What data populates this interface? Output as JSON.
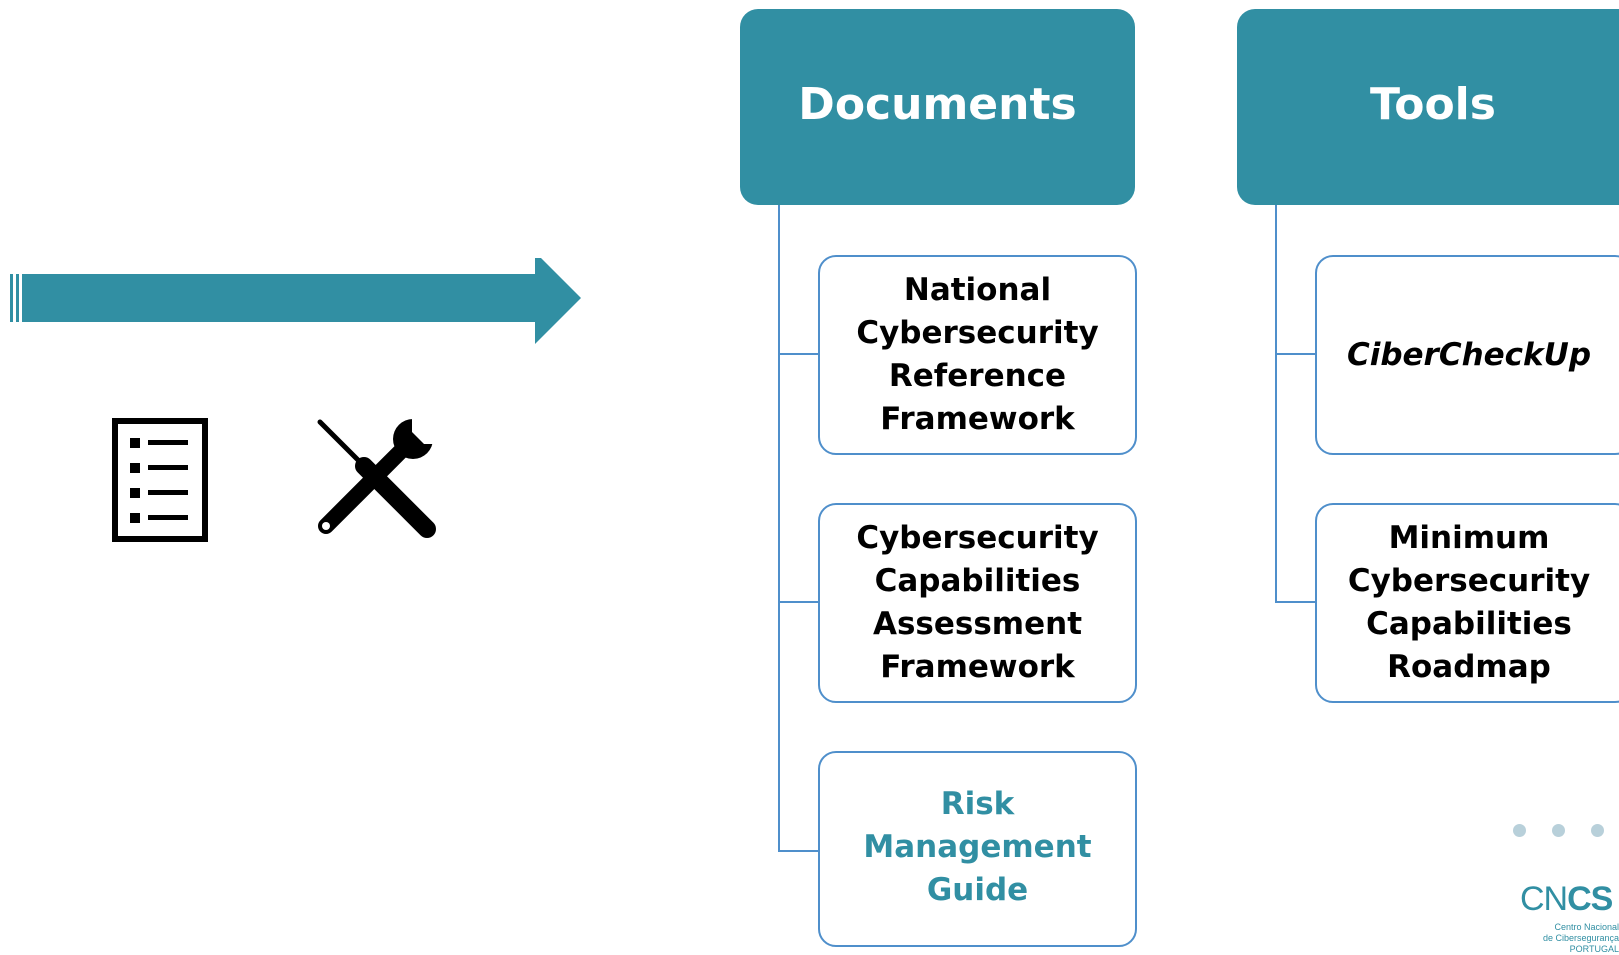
{
  "colors": {
    "accent": "#318fa3",
    "card_border": "#4f8fcb",
    "highlight_text": "#318fa3",
    "dots": "#b8d0da"
  },
  "icons": [
    "checklist-icon",
    "tools-icon",
    "arrow-right-icon"
  ],
  "columns": {
    "documents": {
      "title": "Documents",
      "items": [
        {
          "lines": [
            "National",
            "Cybersecurity",
            "Reference",
            "Framework"
          ]
        },
        {
          "lines": [
            "Cybersecurity",
            "Capabilities",
            "Assessment",
            "Framework"
          ]
        },
        {
          "lines": [
            "Risk",
            "Management",
            "Guide"
          ],
          "highlight": true
        }
      ]
    },
    "tools": {
      "title": "Tools",
      "items": [
        {
          "lines": [
            "CiberCheckUp"
          ],
          "italic": true
        },
        {
          "lines": [
            "Minimum",
            "Cybersecurity",
            "Capabilities",
            "Roadmap"
          ]
        }
      ]
    }
  },
  "logo": {
    "prefix": "CN",
    "suffix": "CS",
    "subtitle_line1": "Centro Nacional",
    "subtitle_line2": "de Cibersegurança",
    "subtitle_line3": "PORTUGAL"
  }
}
